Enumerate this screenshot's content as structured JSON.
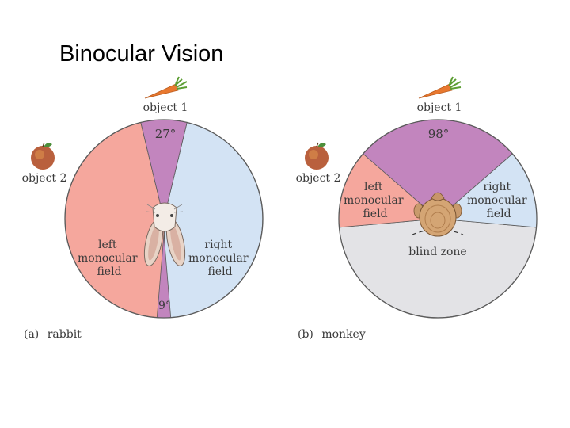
{
  "slide": {
    "title": "Binocular Vision"
  },
  "colors": {
    "binocular": "#c285be",
    "left_monocular": "#f5a79d",
    "right_monocular": "#d3e3f4",
    "blind_zone": "#e3e3e6",
    "outline": "#5b5b5b"
  },
  "rabbit": {
    "object1_label": "object 1",
    "object2_label": "object 2",
    "front_angle": "27°",
    "rear_angle": "9°",
    "left_field": [
      "left",
      "monocular",
      "field"
    ],
    "right_field": [
      "right",
      "monocular",
      "field"
    ],
    "caption_letter": "(a)",
    "caption_name": "rabbit"
  },
  "monkey": {
    "object1_label": "object 1",
    "object2_label": "object 2",
    "front_angle": "98°",
    "left_field": [
      "left",
      "monocular",
      "field"
    ],
    "right_field": [
      "right",
      "monocular",
      "field"
    ],
    "blind_label": "blind zone",
    "caption_letter": "(b)",
    "caption_name": "monkey"
  }
}
